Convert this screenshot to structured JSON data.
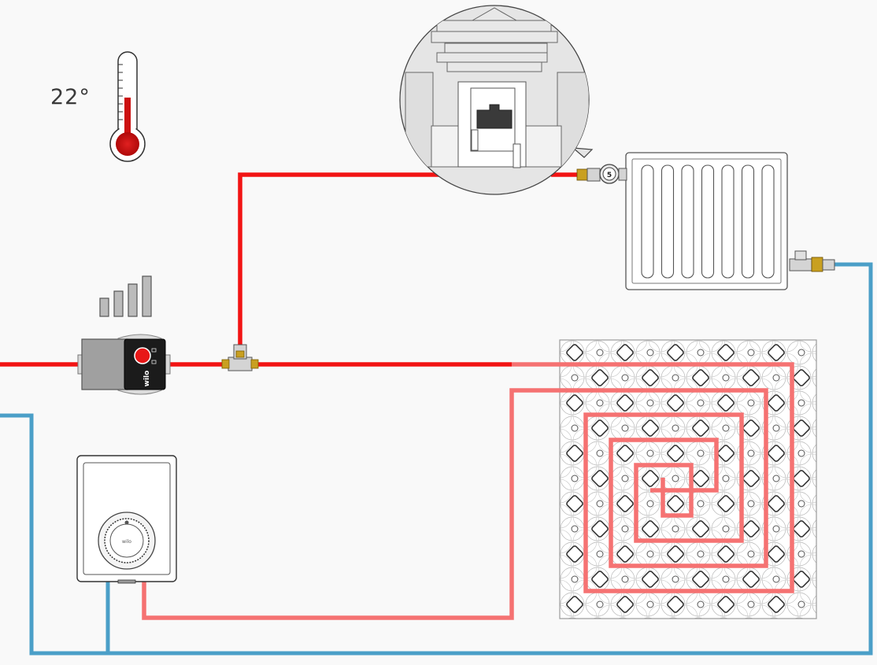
{
  "room_temperature": "22°",
  "pump_brand": "wilo",
  "thermostat_dial_text": "wilo",
  "valve_setting": "5",
  "pump_speed_levels": 4,
  "colors": {
    "background": "#f9f9f9",
    "supply_pipe": "#f21414",
    "floor_loop": "#f57272",
    "return_pipe": "#4b9fc8",
    "thermometer_fill": "#cc1010",
    "brass": "#c9a020"
  }
}
